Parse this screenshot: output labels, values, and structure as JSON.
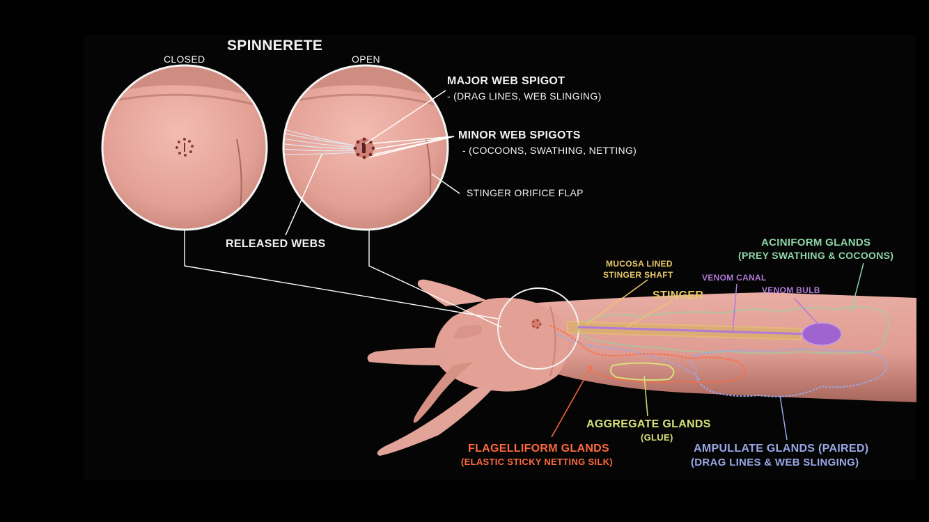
{
  "colors": {
    "background": "#000000",
    "panel": "#050505",
    "skin": "#e8a79e",
    "skin_shadow": "#c98377",
    "aciniform": "#8fd6a8",
    "venom": "#b07ad8",
    "stinger": "#e8c86a",
    "aggregate": "#d7e07a",
    "flagelliform": "#ff6a3d",
    "ampullate": "#9aa8e8",
    "callout": "#ffffff"
  },
  "spinnerete": {
    "title": "SPINNERETE",
    "closed_label": "CLOSED",
    "open_label": "OPEN"
  },
  "callouts": {
    "major_spigot": {
      "title": "MAJOR WEB SPIGOT",
      "desc": "- (DRAG LINES, WEB SLINGING)"
    },
    "minor_spigots": {
      "title": "MINOR WEB SPIGOTS",
      "desc": "- (COCOONS, SWATHING, NETTING)"
    },
    "stinger_flap": "STINGER ORIFICE FLAP",
    "released_webs": "RELEASED WEBS"
  },
  "glands": {
    "aciniform": {
      "title": "ACINIFORM GLANDS",
      "desc": "(PREY SWATHING & COCOONS)"
    },
    "mucosa": {
      "line1": "MUCOSA LINED",
      "line2": "STINGER SHAFT"
    },
    "stinger": "STINGER",
    "venom_canal": "VENOM CANAL",
    "venom_bulb": "VENOM BULB",
    "aggregate": {
      "title": "AGGREGATE GLANDS",
      "desc": "(GLUE)"
    },
    "flagelliform": {
      "title": "FLAGELLIFORM GLANDS",
      "desc": "(ELASTIC STICKY NETTING SILK)"
    },
    "ampullate": {
      "title": "AMPULLATE GLANDS (PAIRED)",
      "desc": "(DRAG LINES & WEB SLINGING)"
    }
  }
}
